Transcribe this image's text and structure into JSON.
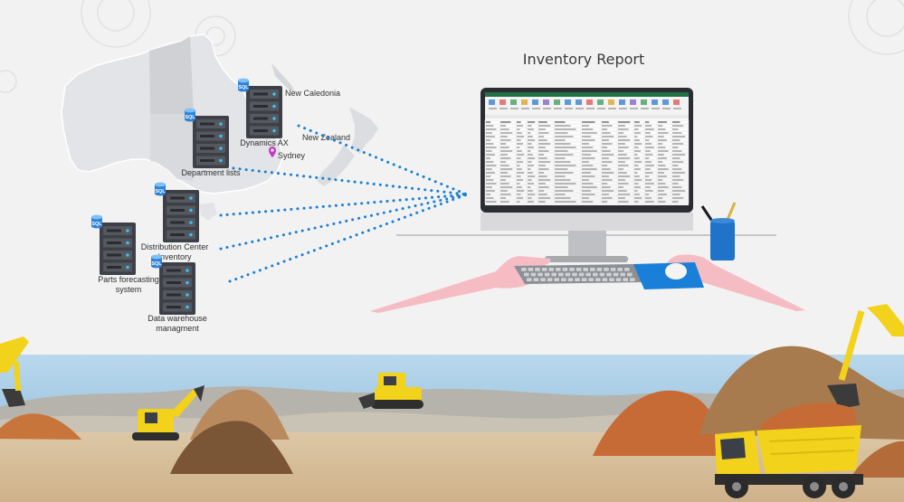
{
  "report": {
    "title": "Inventory Report"
  },
  "map": {
    "places": {
      "new_caledonia": "New Caledonia",
      "new_zealand": "New Zealand",
      "sydney": "Sydney"
    }
  },
  "badge_text": "SQL",
  "servers": [
    {
      "id": "dynamics",
      "lines": [
        "Dynamics AX"
      ]
    },
    {
      "id": "departments",
      "lines": [
        "Department lists"
      ]
    },
    {
      "id": "distribution",
      "lines": [
        "Distribution Center",
        "Inventory"
      ]
    },
    {
      "id": "parts",
      "lines": [
        "Parts forecasting",
        "system"
      ]
    },
    {
      "id": "warehouse",
      "lines": [
        "Data warehouse",
        "managment"
      ]
    }
  ],
  "colors": {
    "accent_blue": "#1c7fd6",
    "server_body": "#3e4047",
    "excel_green": "#217346",
    "machine_yellow": "#f2d21a",
    "dirt": "#c67a3f",
    "water": "#a9cfe8",
    "map_land": "#e2e3e6"
  },
  "icons": [
    "sql-database-icon",
    "server-rack-icon",
    "location-pin-icon",
    "gear-icon",
    "monitor-icon",
    "keyboard-icon",
    "mouse-icon",
    "pencil-cup-icon",
    "excavator-icon",
    "bulldozer-icon",
    "dump-truck-icon"
  ]
}
